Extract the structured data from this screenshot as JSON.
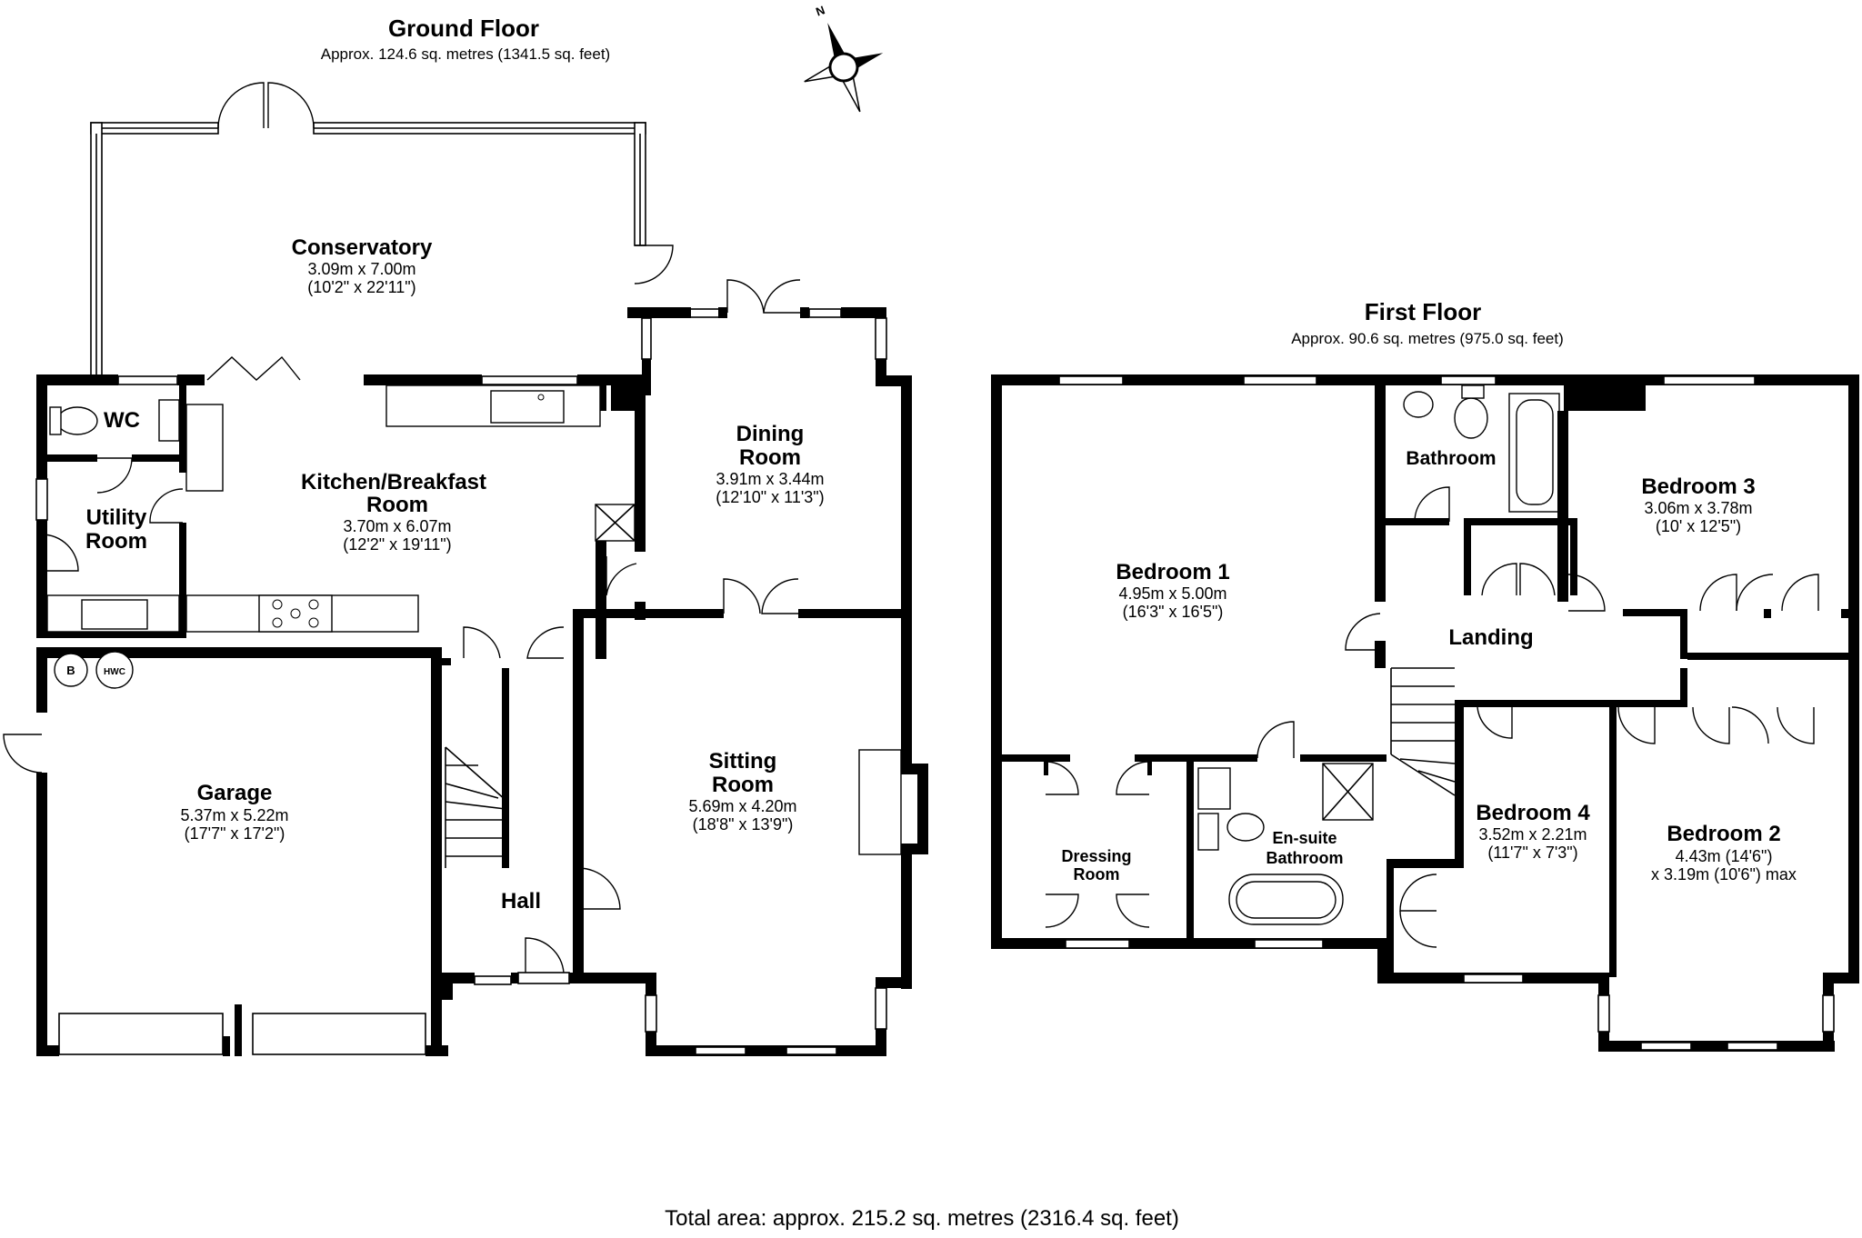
{
  "ground_floor": {
    "title": "Ground Floor",
    "area": "Approx. 124.6 sq. metres (1341.5 sq. feet)",
    "rooms": {
      "conservatory": {
        "name": "Conservatory",
        "dim_m": "3.09m x 7.00m",
        "dim_ft": "(10'2\" x 22'11\")"
      },
      "wc": {
        "name": "WC"
      },
      "utility": {
        "name_1": "Utility",
        "name_2": "Room"
      },
      "kitchen": {
        "name_1": "Kitchen/Breakfast",
        "name_2": "Room",
        "dim_m": "3.70m x 6.07m",
        "dim_ft": "(12'2\" x 19'11\")"
      },
      "dining": {
        "name_1": "Dining",
        "name_2": "Room",
        "dim_m": "3.91m x 3.44m",
        "dim_ft": "(12'10\" x 11'3\")"
      },
      "garage": {
        "name": "Garage",
        "dim_m": "5.37m x 5.22m",
        "dim_ft": "(17'7\" x 17'2\")"
      },
      "sitting": {
        "name_1": "Sitting",
        "name_2": "Room",
        "dim_m": "5.69m x 4.20m",
        "dim_ft": "(18'8\" x 13'9\")"
      },
      "hall": {
        "name": "Hall"
      }
    },
    "symbols": {
      "boiler": "B",
      "hot_water_cylinder": "HWC"
    }
  },
  "first_floor": {
    "title": "First Floor",
    "area": "Approx. 90.6 sq. metres (975.0 sq. feet)",
    "rooms": {
      "bedroom1": {
        "name": "Bedroom 1",
        "dim_m": "4.95m x 5.00m",
        "dim_ft": "(16'3\" x 16'5\")"
      },
      "bathroom": {
        "name": "Bathroom"
      },
      "bedroom3": {
        "name": "Bedroom 3",
        "dim_m": "3.06m x 3.78m",
        "dim_ft": "(10' x 12'5\")"
      },
      "landing": {
        "name": "Landing"
      },
      "dressing": {
        "name_1": "Dressing",
        "name_2": "Room"
      },
      "ensuite": {
        "name_1": "En-suite",
        "name_2": "Bathroom"
      },
      "bedroom4": {
        "name": "Bedroom 4",
        "dim_m": "3.52m x 2.21m",
        "dim_ft": "(11'7\" x 7'3\")"
      },
      "bedroom2": {
        "name": "Bedroom 2",
        "dim_1": "4.43m (14'6\")",
        "dim_2": "x 3.19m (10'6\") max"
      }
    }
  },
  "compass": {
    "label": "N"
  },
  "total_area": "Total area: approx. 215.2 sq. metres (2316.4 sq. feet)"
}
